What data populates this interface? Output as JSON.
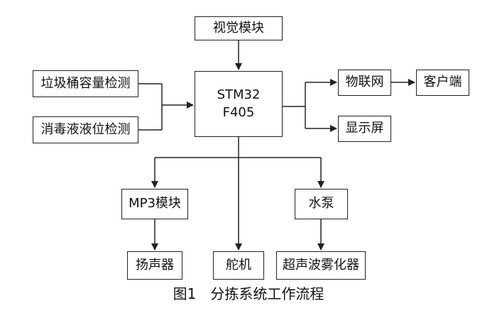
{
  "nodes": {
    "vision": "视觉模块",
    "bin_level": "垃圾桶容量检测",
    "disinfectant_level": "消毒液液位检测",
    "mcu": "STM32\nF405",
    "iot": "物联网",
    "client": "客户端",
    "display": "显示屏",
    "mp3": "MP3模块",
    "pump": "水泵",
    "speaker": "扬声器",
    "servo": "舵机",
    "atomizer": "超声波雾化器"
  },
  "caption": "图1　分拣系统工作流程"
}
